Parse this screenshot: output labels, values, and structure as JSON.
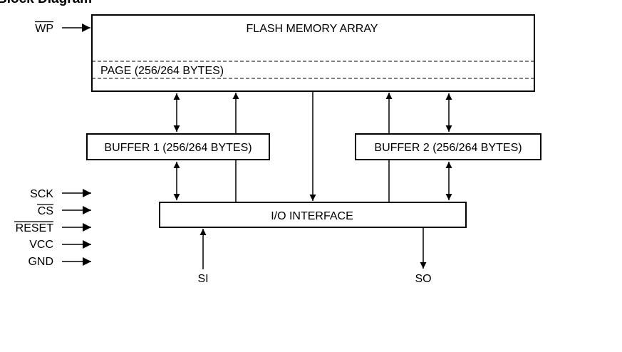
{
  "title": "Block Diagram",
  "blocks": {
    "flash_array": "FLASH MEMORY ARRAY",
    "page": "PAGE (256/264 BYTES)",
    "buffer1": "BUFFER 1 (256/264 BYTES)",
    "buffer2": "BUFFER 2 (256/264 BYTES)",
    "io_interface": "I/O INTERFACE"
  },
  "pins": {
    "wp": "WP",
    "sck": "SCK",
    "cs": "CS",
    "reset": "RESET",
    "vcc": "VCC",
    "gnd": "GND",
    "si": "SI",
    "so": "SO"
  }
}
